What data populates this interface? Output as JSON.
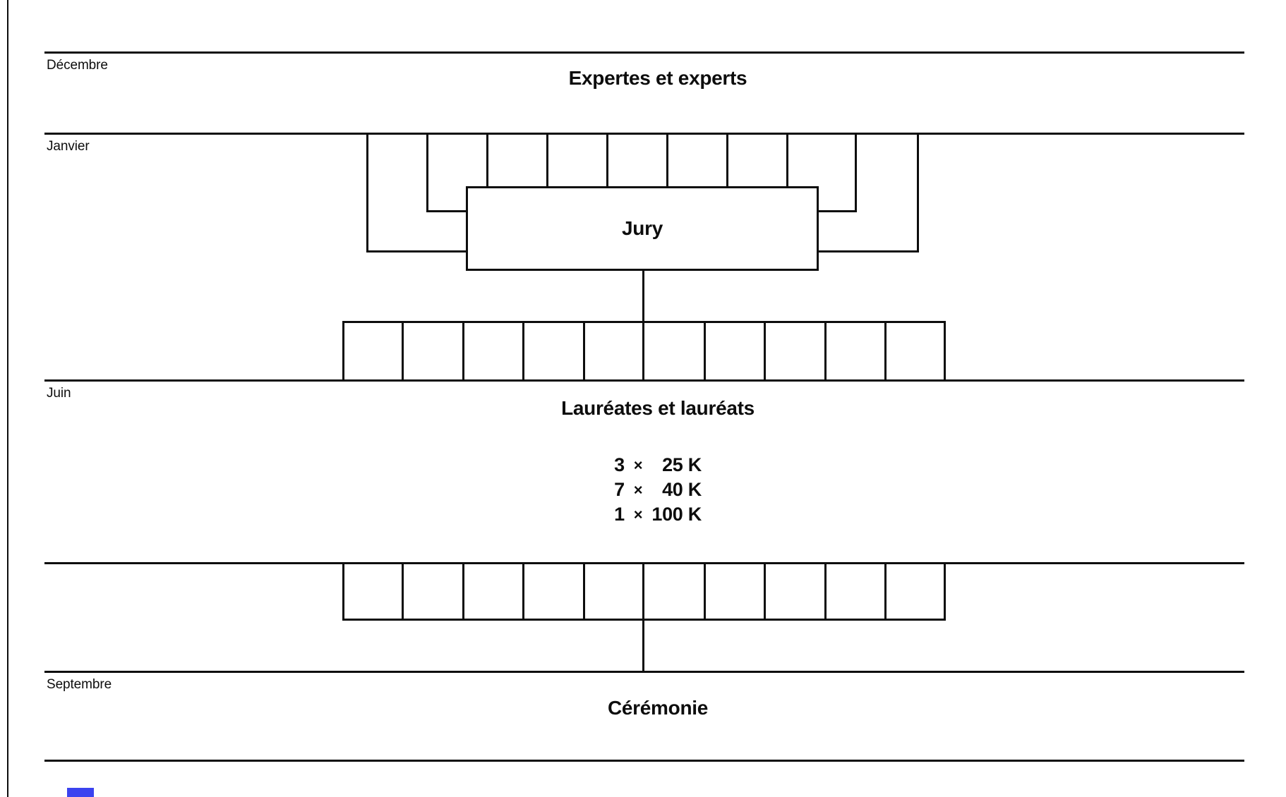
{
  "timeline": {
    "months": [
      {
        "label": "Décembre"
      },
      {
        "label": "Janvier"
      },
      {
        "label": "Juin"
      },
      {
        "label": "Septembre"
      }
    ]
  },
  "sections": {
    "experts_title": "Expertes et experts",
    "jury_label": "Jury",
    "laureates_title": "Lauréates et lauréats",
    "ceremony_title": "Cérémonie"
  },
  "prizes": [
    {
      "count": "3",
      "multiplier": "×",
      "amount": "25 K"
    },
    {
      "count": "7",
      "multiplier": "×",
      "amount": "40 K"
    },
    {
      "count": "1",
      "multiplier": "×",
      "amount": "100 K"
    }
  ],
  "colors": {
    "line": "#0d0d0d",
    "background": "#ffffff",
    "accent": "#3b43ef"
  }
}
